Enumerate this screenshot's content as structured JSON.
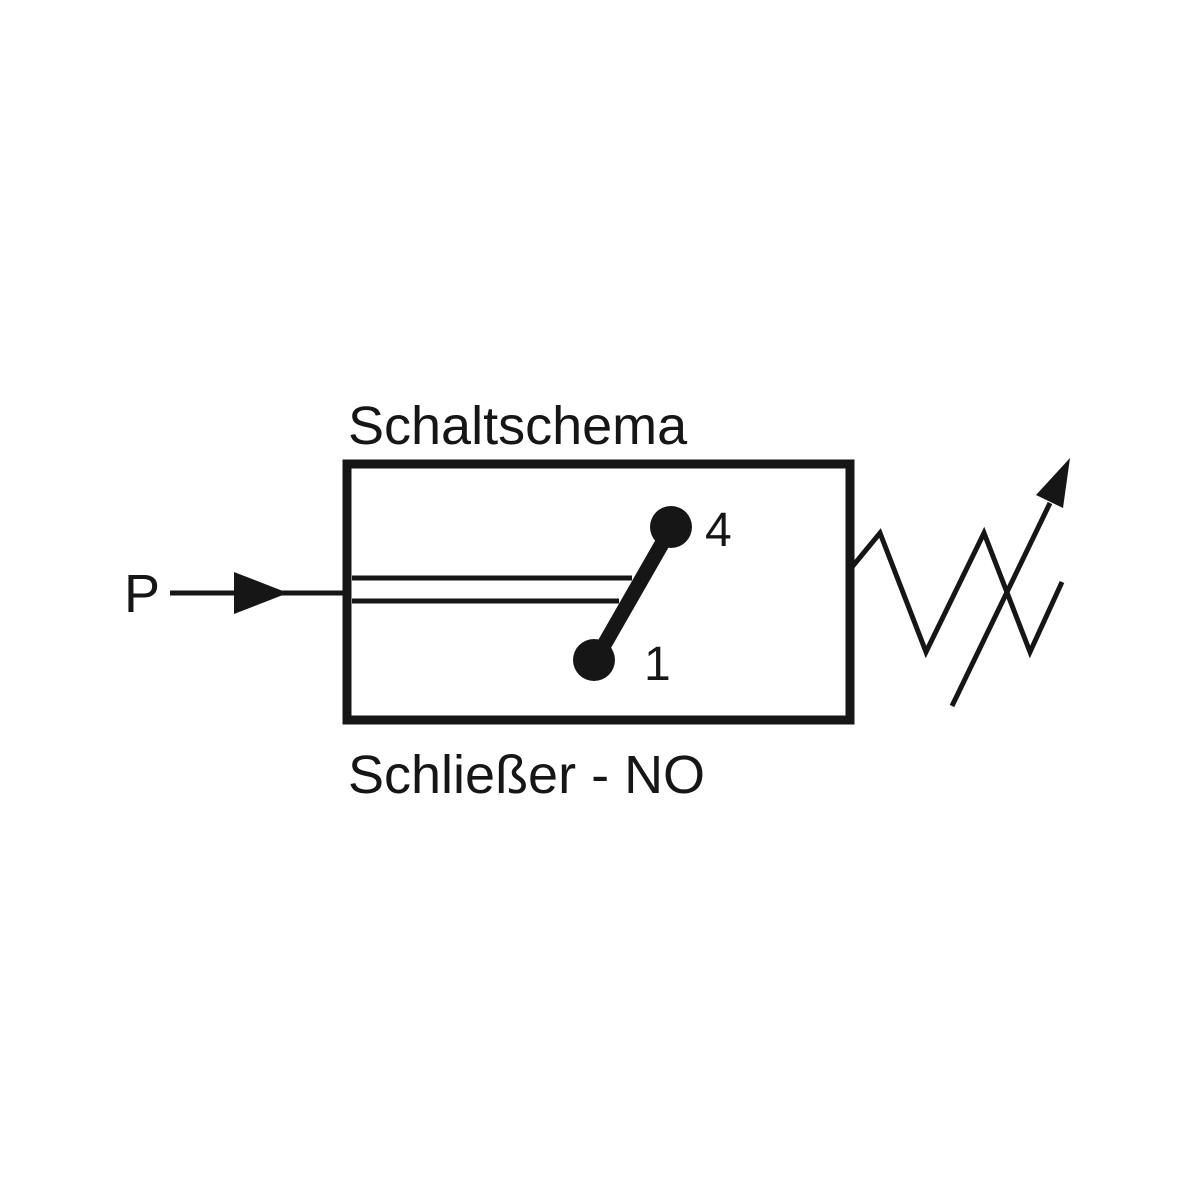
{
  "diagram": {
    "title": "Schaltschema",
    "caption": "Schließer - NO",
    "port_label": "P",
    "terminal_top_label": "4",
    "terminal_bottom_label": "1",
    "contact_type": "normally-open",
    "colors": {
      "line": "#161616",
      "background": "#ffffff"
    },
    "icons": [
      "pressure-arrow-icon",
      "spring-icon",
      "adjustment-arrow-icon"
    ]
  }
}
